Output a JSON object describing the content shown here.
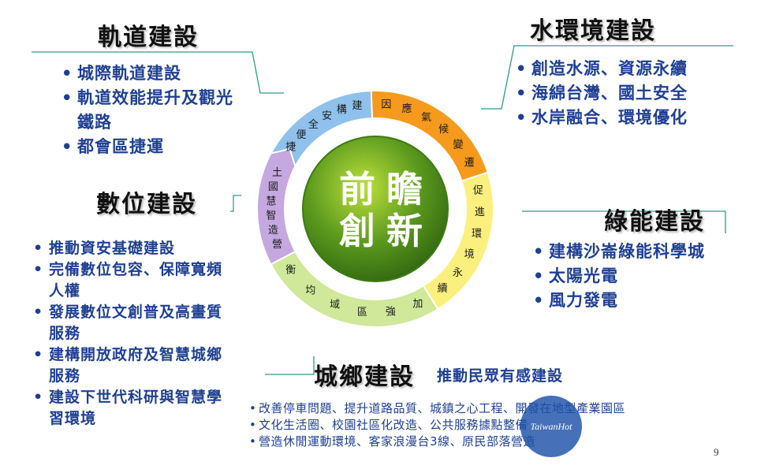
{
  "center": {
    "chars": [
      "前",
      "瞻",
      "創",
      "新"
    ]
  },
  "ring": {
    "segments": [
      {
        "label": "捷便全安構建",
        "color": "#8fc1ec"
      },
      {
        "label": "因應氣候變遷",
        "color": "#f59a1c"
      },
      {
        "label": "促進環境永續",
        "color": "#fbf07e"
      },
      {
        "label": "加強區域均衡",
        "color": "#cfe89a"
      },
      {
        "label": "營造智慧國土",
        "color": "#c5a8e0"
      }
    ]
  },
  "sections": {
    "rail": {
      "title": "軌道建設",
      "items": [
        "城際軌道建設",
        "軌道效能提升及觀光鐵路",
        "都會區捷運"
      ]
    },
    "water": {
      "title": "水環境建設",
      "items": [
        "創造水源、資源永續",
        "海綿台灣、國土安全",
        "水岸融合、環境優化"
      ]
    },
    "digital": {
      "title": "數位建設",
      "items": [
        "推動資安基礎建設",
        "完備數位包容、保障寬頻人權",
        "發展數位文創普及高畫質服務",
        "建構開放政府及智慧城鄉服務",
        "建設下世代科研與智慧學習環境"
      ]
    },
    "green": {
      "title": "綠能建設",
      "items": [
        "建構沙崙綠能科學城",
        "太陽光電",
        "風力發電"
      ]
    },
    "urban": {
      "title": "城鄉建設",
      "subtitle": "推動民眾有感建設",
      "items": [
        "改善停車問題、提升道路品質、城鎮之心工程、開發在地型產業園區",
        "文化生活圈、校園社區化改造、公共服務據點整備",
        "營造休閒運動環境、客家浪漫台3線、原民部落營造"
      ]
    }
  },
  "watermark": "TaiwanHot",
  "page_number": "9"
}
